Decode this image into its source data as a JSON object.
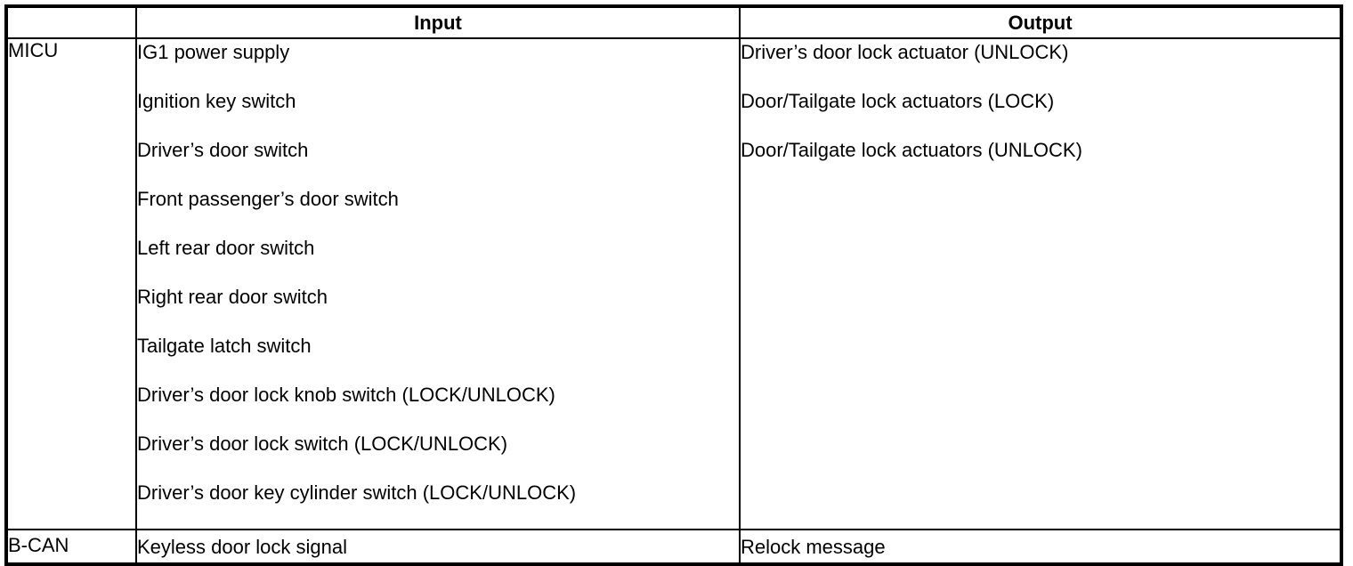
{
  "table": {
    "headers": {
      "system": "",
      "input": "Input",
      "output": "Output"
    },
    "rows": [
      {
        "system": "MICU",
        "inputs": [
          "IG1 power supply",
          "Ignition key switch",
          "Driver’s door switch",
          "Front passenger’s door switch",
          "Left rear door switch",
          "Right rear door switch",
          "Tailgate latch switch",
          "Driver’s door lock knob switch (LOCK/UNLOCK)",
          "Driver’s door lock switch (LOCK/UNLOCK)",
          "Driver’s door key cylinder switch (LOCK/UNLOCK)"
        ],
        "outputs": [
          "Driver’s door lock actuator (UNLOCK)",
          "Door/Tailgate lock actuators (LOCK)",
          "Door/Tailgate lock actuators (UNLOCK)"
        ]
      },
      {
        "system": "B-CAN",
        "inputs": [
          "Keyless door lock signal"
        ],
        "outputs": [
          "Relock message"
        ]
      }
    ]
  },
  "colors": {
    "border": "#000000",
    "text": "#000000",
    "background": "#ffffff"
  }
}
